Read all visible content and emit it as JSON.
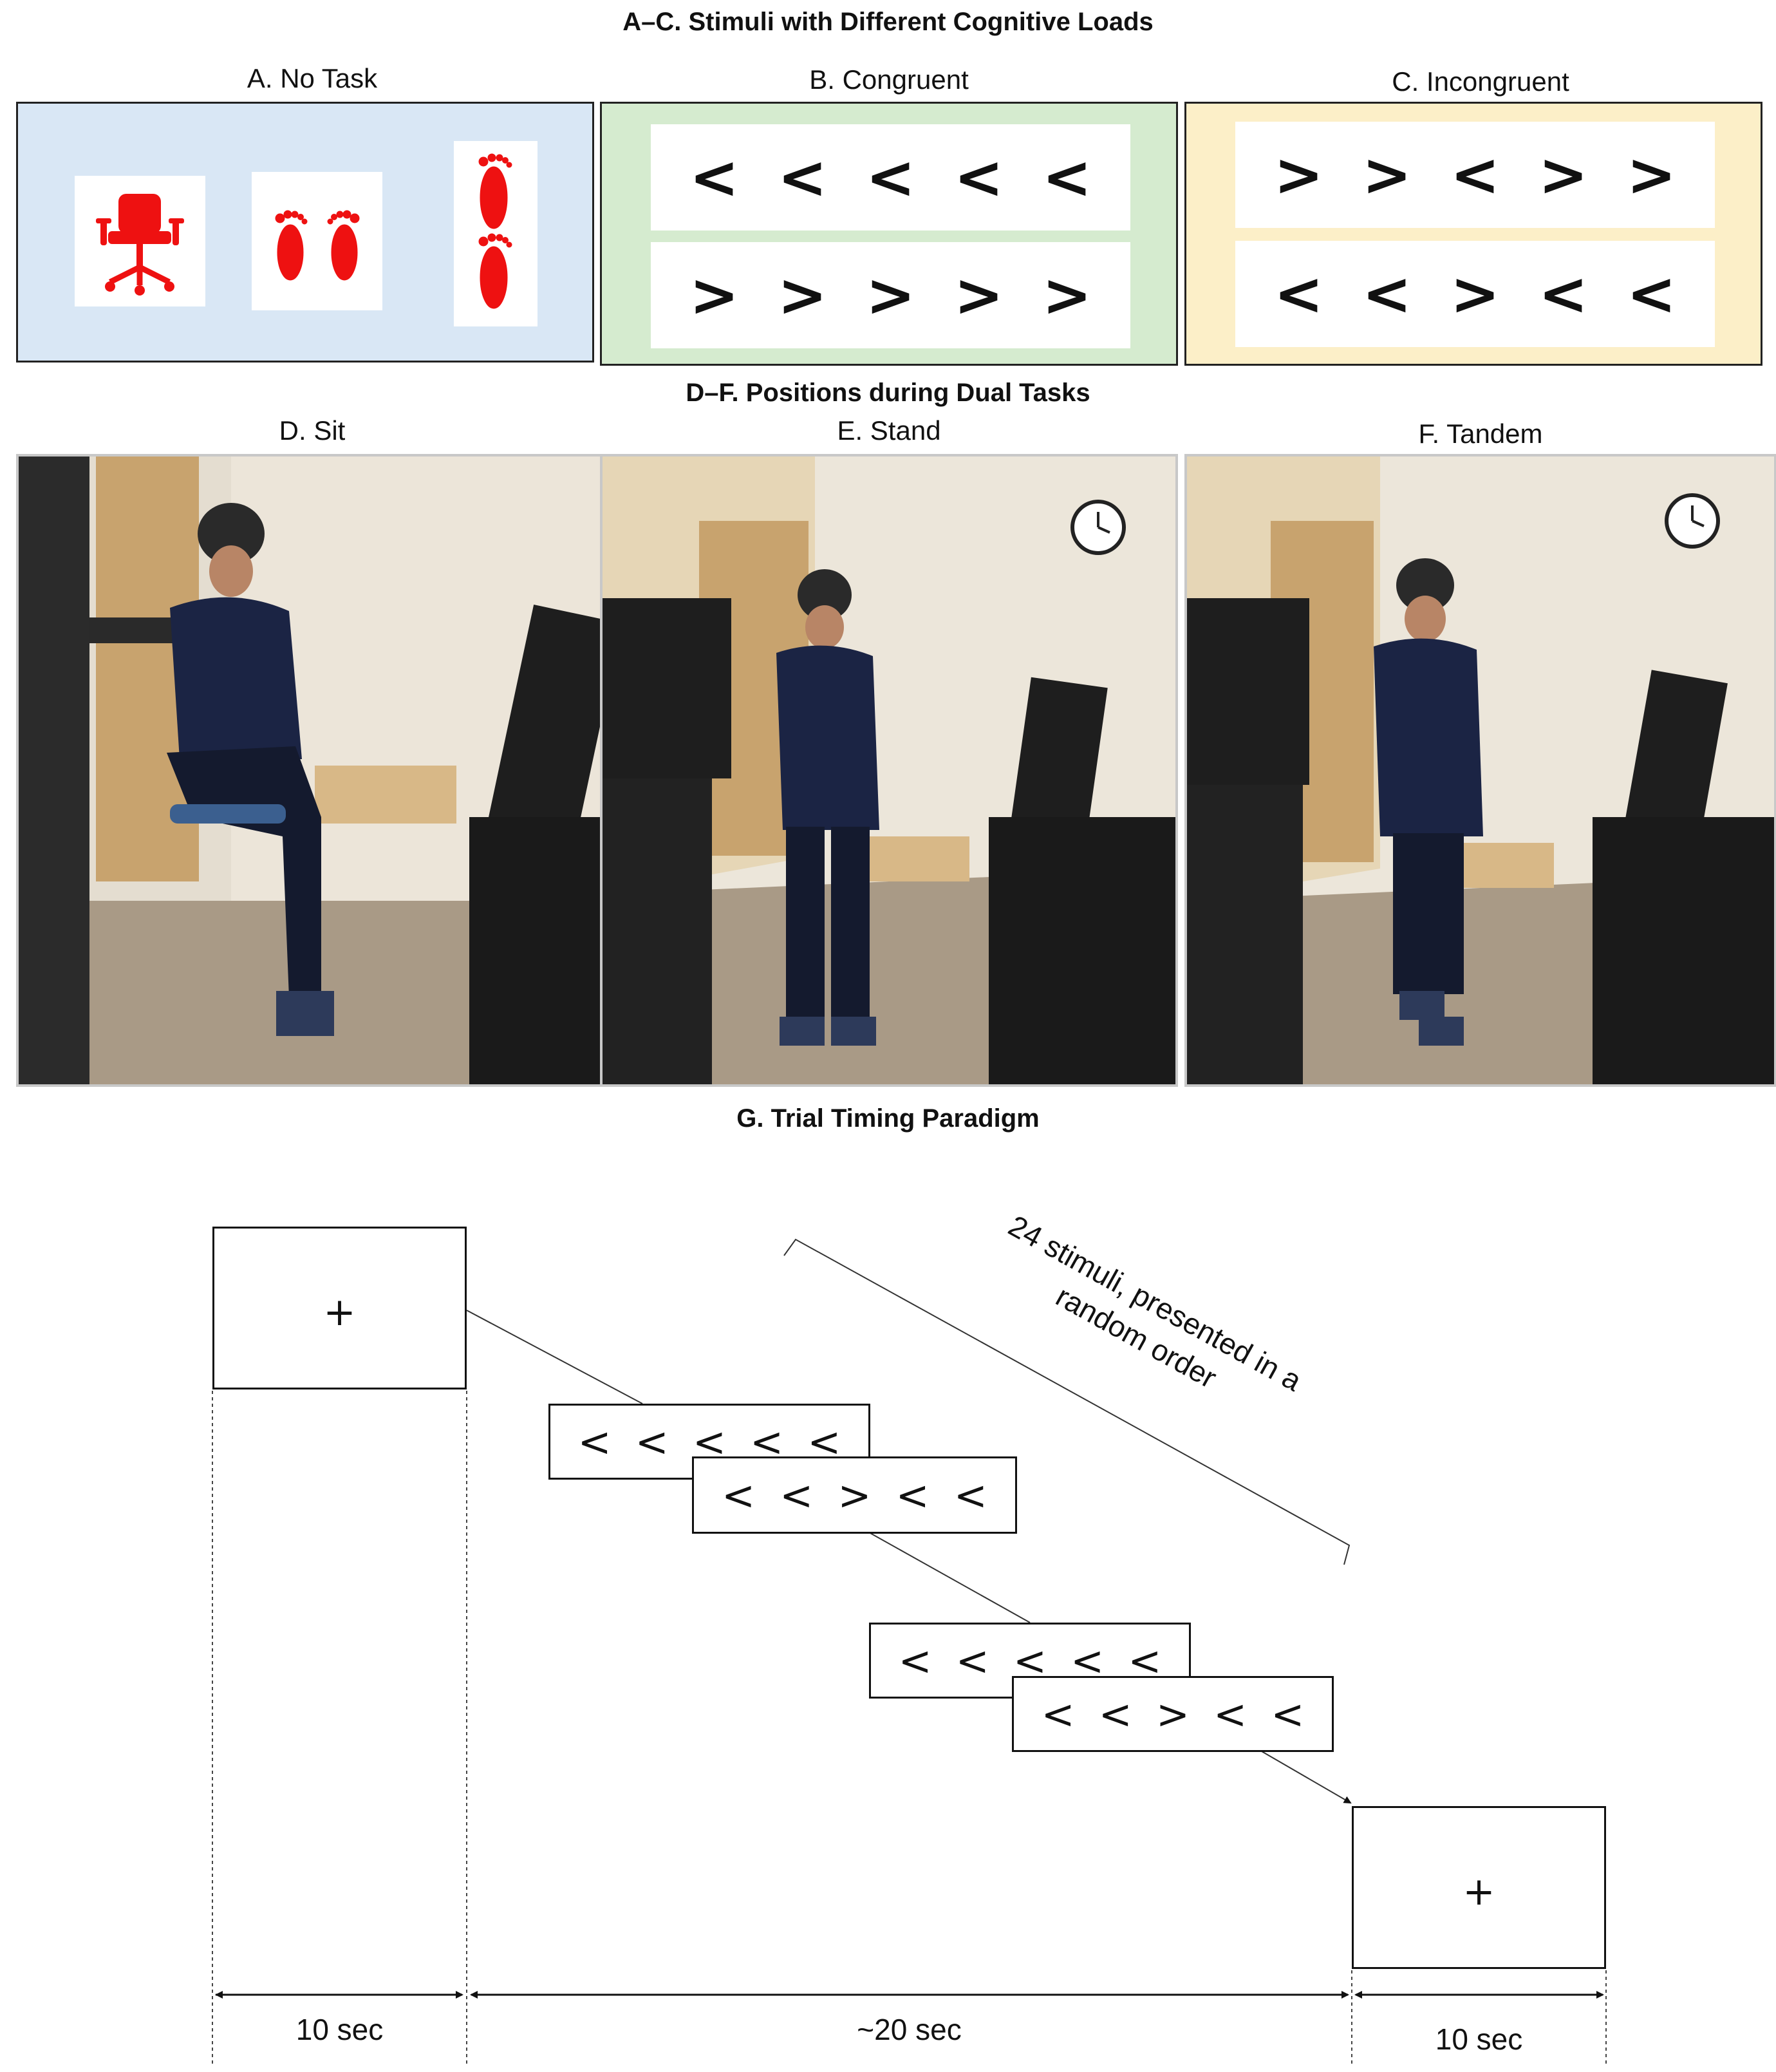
{
  "section_titles": {
    "a_c": "A–C. Stimuli with Different Cognitive Loads",
    "d_f": "D–F. Positions during Dual Tasks",
    "g": "G. Trial Timing Paradigm"
  },
  "stimulus_panels": [
    {
      "label": "A. No Task",
      "bg": "#d9e7f5",
      "icons": [
        "office-chair-icon",
        "two-footprints-icon",
        "tandem-footprints-icon"
      ],
      "icon_color": "#ee1111"
    },
    {
      "label": "B. Congruent",
      "bg": "#d5ebcf",
      "rows": [
        [
          "<",
          "<",
          "<",
          "<",
          "<"
        ],
        [
          ">",
          ">",
          ">",
          ">",
          ">"
        ]
      ]
    },
    {
      "label": "C. Incongruent",
      "bg": "#fcefc8",
      "rows": [
        [
          ">",
          ">",
          "<",
          ">",
          ">"
        ],
        [
          "<",
          "<",
          ">",
          "<",
          "<"
        ]
      ]
    }
  ],
  "position_panels": [
    {
      "label": "D. Sit",
      "pose": "sit"
    },
    {
      "label": "E. Stand",
      "pose": "stand"
    },
    {
      "label": "F. Tandem",
      "pose": "tandem"
    }
  ],
  "timing": {
    "fixation_symbol": "+",
    "annotation_line1": "24 stimuli, presented in a",
    "annotation_line2": "random order",
    "stimulus_rows": [
      [
        "<",
        "<",
        "<",
        "<",
        "<"
      ],
      [
        "<",
        "<",
        ">",
        "<",
        "<"
      ],
      [
        "<",
        "<",
        "<",
        "<",
        "<"
      ],
      [
        "<",
        "<",
        ">",
        "<",
        "<"
      ]
    ],
    "durations": [
      "10 sec",
      "~20 sec",
      "10 sec"
    ]
  }
}
